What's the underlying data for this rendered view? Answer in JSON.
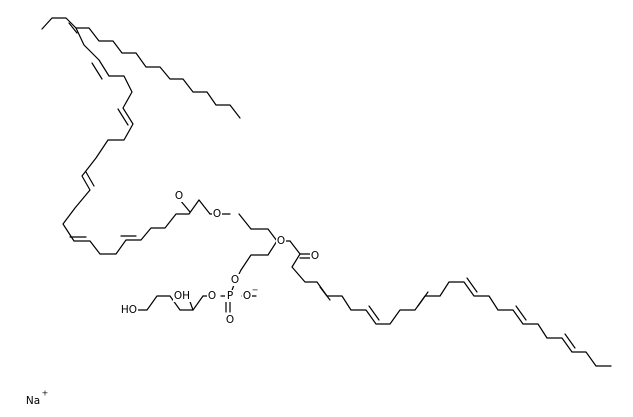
{
  "molecule": {
    "atom_labels": {
      "ester1_carbonyl_O": "O",
      "ester1_O": "O",
      "ester2_O": "O",
      "ester2_carbonyl_O": "O",
      "phosphate_O_glycerol_backbone": "O",
      "phosphorus": "P",
      "phosphate_O_minus": "O",
      "phosphate_O_double": "O",
      "phosphate_O_headgroup": "O",
      "headgroup_OH_secondary": "OH",
      "headgroup_OH_primary": "HO"
    },
    "charges": {
      "phosphate_charge": "−",
      "sodium_charge": "+"
    },
    "counterion": "Na"
  }
}
